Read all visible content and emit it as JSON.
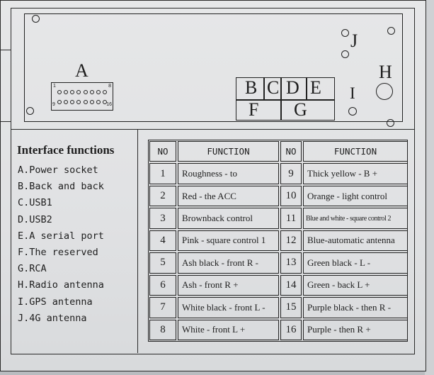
{
  "diagram": {
    "connector_a": {
      "label": "A",
      "pin_start": "1",
      "pin_mid": "8",
      "pin_end": "16",
      "pin_first_of_second_row": "9"
    },
    "blocks": [
      "B",
      "C",
      "D",
      "E",
      "F",
      "G"
    ],
    "side_labels": {
      "j": "J",
      "h": "H",
      "i": "I"
    }
  },
  "interface": {
    "title": "Interface functions",
    "items": [
      "A.Power socket",
      "B.Back and back",
      "C.USB1",
      "D.USB2",
      "E.A serial port",
      "F.The reserved",
      "G.RCA",
      "H.Radio antenna",
      "I.GPS antenna",
      "J.4G antenna"
    ]
  },
  "table": {
    "headers": {
      "no": "NO",
      "function": "FUNCTION"
    },
    "rows": [
      {
        "no_left": "1",
        "fn_left": "Roughness - to",
        "no_right": "9",
        "fn_right": "Thick yellow - B +"
      },
      {
        "no_left": "2",
        "fn_left": "Red - the ACC",
        "no_right": "10",
        "fn_right": "Orange - light control"
      },
      {
        "no_left": "3",
        "fn_left": "Brownback control",
        "no_right": "11",
        "fn_right": "Blue and white - square control 2"
      },
      {
        "no_left": "4",
        "fn_left": "Pink - square control 1",
        "no_right": "12",
        "fn_right": "Blue-automatic antenna"
      },
      {
        "no_left": "5",
        "fn_left": "Ash black - front R -",
        "no_right": "13",
        "fn_right": "Green black - L -"
      },
      {
        "no_left": "6",
        "fn_left": "Ash - front R +",
        "no_right": "14",
        "fn_right": "Green - back L +"
      },
      {
        "no_left": "7",
        "fn_left": "White black - front L -",
        "no_right": "15",
        "fn_right": "Purple black - then R -"
      },
      {
        "no_left": "8",
        "fn_left": "White - front L +",
        "no_right": "16",
        "fn_right": "Purple - then R +"
      }
    ]
  }
}
